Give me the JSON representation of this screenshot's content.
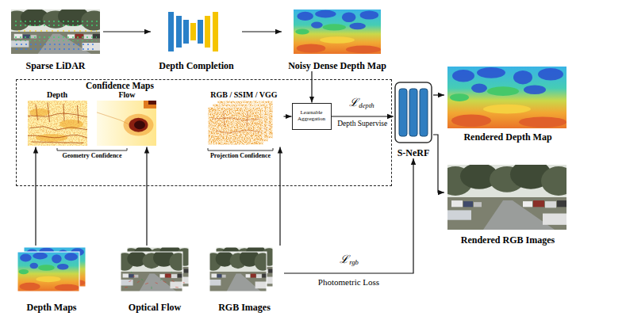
{
  "diagram": {
    "nodes": [
      {
        "text": [
          "Sparse LiDAR"
        ]
      },
      {
        "text": [
          "Depth Completion"
        ]
      },
      {
        "text": [
          "Noisy Dense Depth Map"
        ]
      },
      {
        "text": [
          "Confidence Maps"
        ]
      },
      {
        "text": [
          "Depth"
        ],
        "in": 3
      },
      {
        "text": [
          "Flow"
        ],
        "in": 3
      },
      {
        "text": [
          "RGB / SSIM / VGG"
        ],
        "in": 3
      },
      {
        "text": [
          "Learnable Aggregation"
        ],
        "in": 3
      },
      {
        "text": [
          "S-NeRF"
        ]
      },
      {
        "text": [
          "Rendered Depth Map"
        ]
      },
      {
        "text": [
          "Rendered RGB Images"
        ]
      },
      {
        "text": [
          "Depth Maps"
        ]
      },
      {
        "text": [
          "Optical Flow"
        ]
      },
      {
        "text": [
          "RGB Images"
        ]
      }
    ],
    "edges": [
      {
        "from": 0,
        "to": 1,
        "arrow": "to"
      },
      {
        "from": 1,
        "to": 2,
        "arrow": "to"
      },
      {
        "from": 2,
        "to": 7,
        "arrow": "to"
      },
      {
        "from": 6,
        "to": 7,
        "arrow": "to"
      },
      {
        "from": 7,
        "to": 8,
        "label": "Depth Supervise",
        "arrow": "to"
      },
      {
        "from": 8,
        "to": 9,
        "arrow": "to"
      },
      {
        "from": 8,
        "to": 10,
        "arrow": "to"
      },
      {
        "from": 11,
        "to": 4,
        "arrow": "to"
      },
      {
        "from": 12,
        "to": 5,
        "arrow": "to"
      },
      {
        "from": 13,
        "to": 6,
        "arrow": "to"
      },
      {
        "from": 13,
        "to": 8,
        "label": "Photometric Loss",
        "arrow": "to"
      }
    ],
    "labels": [
      "ℒdepth",
      "ℒrgb",
      "Geometry Confidence",
      "Projection Confidence"
    ]
  }
}
